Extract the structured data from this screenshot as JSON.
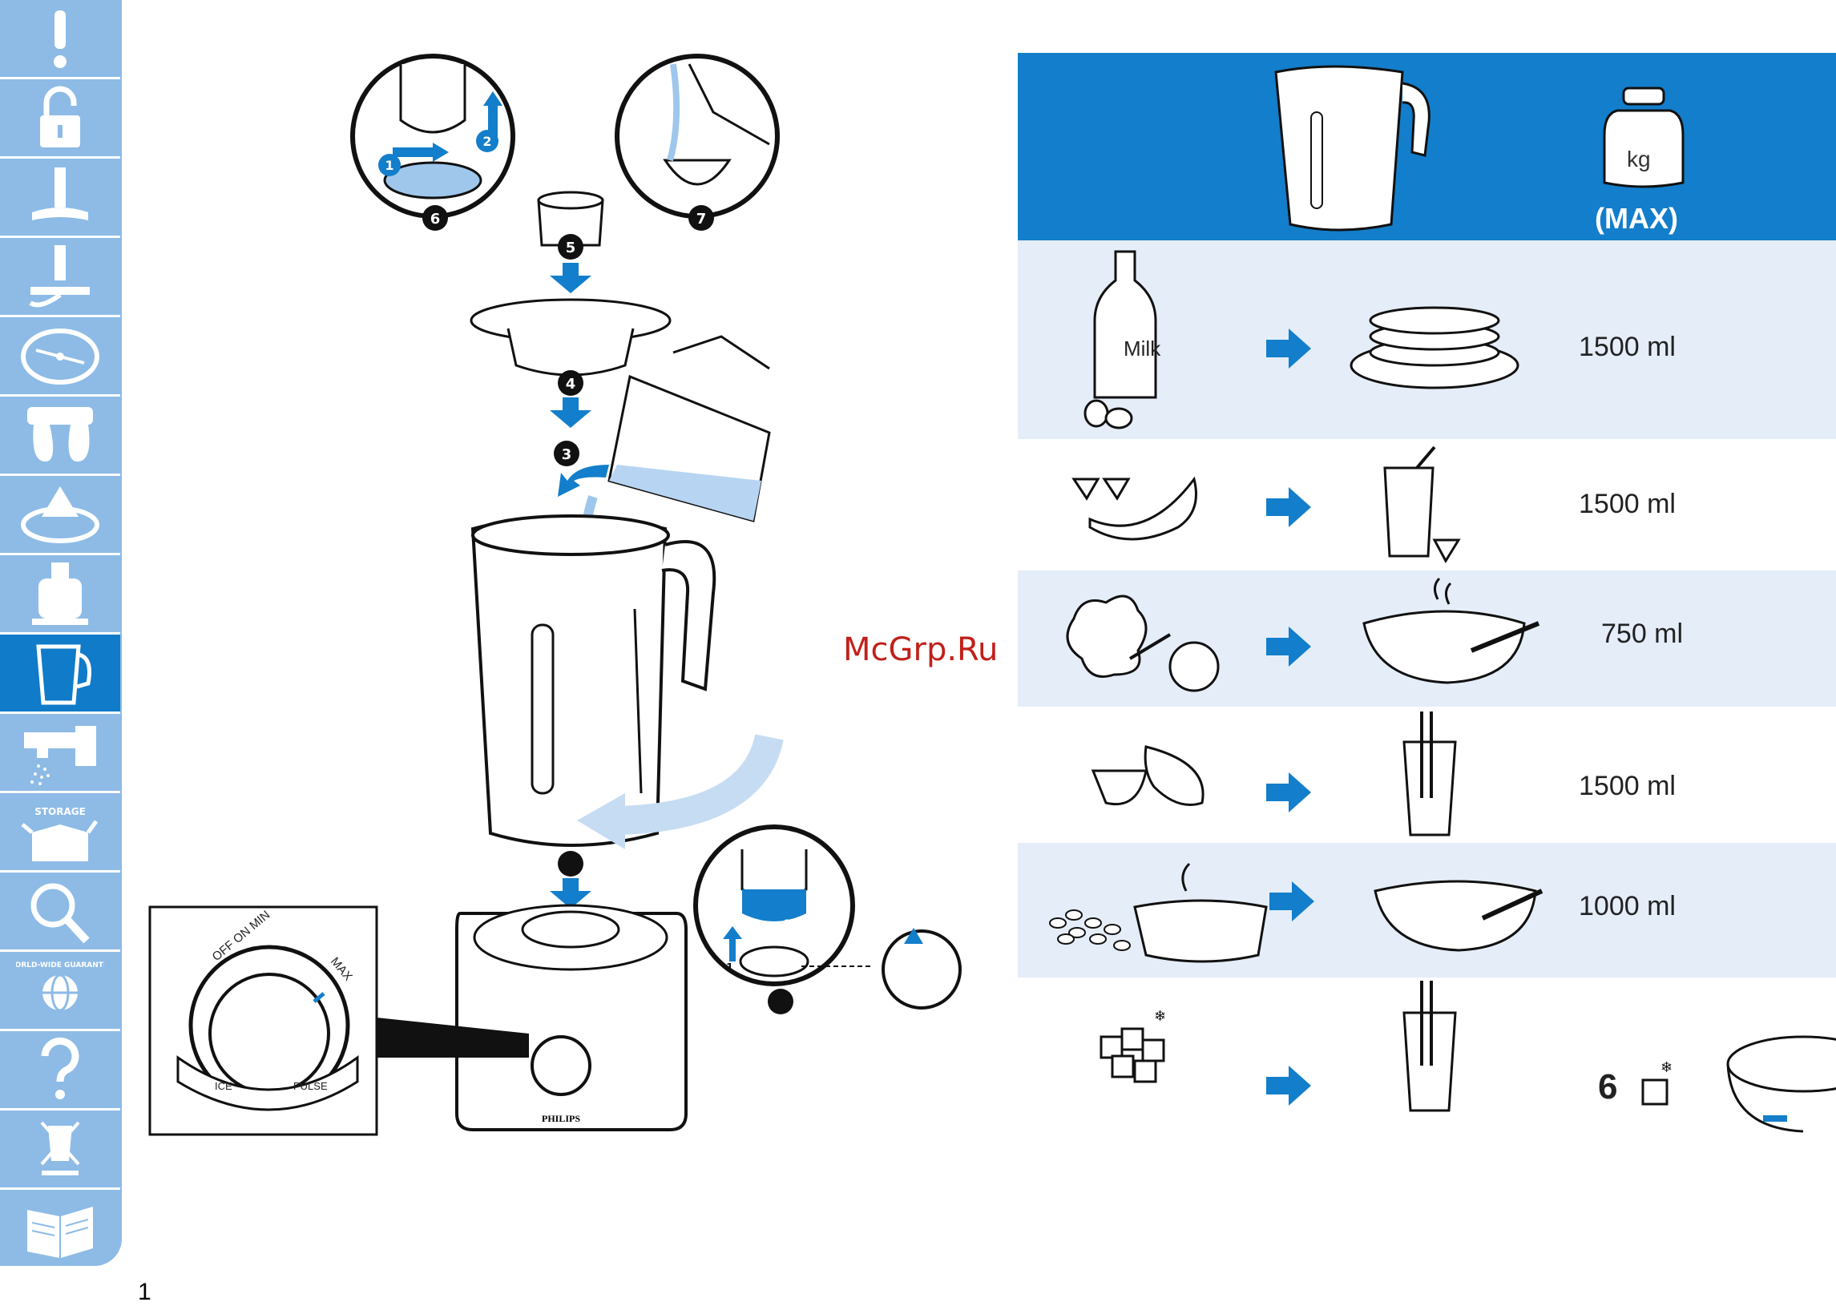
{
  "sidebar": {
    "tabs": [
      {
        "icon": "warning-icon"
      },
      {
        "icon": "unlock-icon"
      },
      {
        "icon": "blade-icon"
      },
      {
        "icon": "kneading-tool-icon"
      },
      {
        "icon": "slicing-disc-icon"
      },
      {
        "icon": "whisk-icon"
      },
      {
        "icon": "citrus-press-icon"
      },
      {
        "icon": "juicer-icon"
      },
      {
        "icon": "blender-jar-icon",
        "active": true
      },
      {
        "icon": "tap-cleaning-icon"
      },
      {
        "icon": "storage-box-icon",
        "label": "STORAGE"
      },
      {
        "icon": "magnifier-icon"
      },
      {
        "icon": "globe-icon",
        "label": "WORLD-WIDE GUARANTEE"
      },
      {
        "icon": "question-icon"
      },
      {
        "icon": "crossed-bin-icon"
      },
      {
        "icon": "manual-book-icon"
      }
    ],
    "accent": "#0f7bc9",
    "base": "#8dbbe6"
  },
  "page_number": "1",
  "watermark": "McGrp.Ru",
  "steps": {
    "s1": "1",
    "s2": "2",
    "s3": "3",
    "s4": "4",
    "s5": "5",
    "s6": "6",
    "s7": "7"
  },
  "dial": {
    "off_on_min": "OFF ON MIN",
    "max": "MAX",
    "ice": "ICE",
    "pulse": "PULSE"
  },
  "brand": "PHILIPS",
  "table": {
    "header_color": "#137ecb",
    "row_color": "#e4edf8",
    "kg_label": "kg",
    "max_label": "(MAX)",
    "milk_label": "Milk",
    "rows": [
      {
        "qty": "1500 ml"
      },
      {
        "qty": "1500 ml"
      },
      {
        "qty": "750 ml"
      },
      {
        "qty": "1500 ml"
      },
      {
        "qty": "1000 ml"
      },
      {
        "qty": "6"
      }
    ]
  }
}
